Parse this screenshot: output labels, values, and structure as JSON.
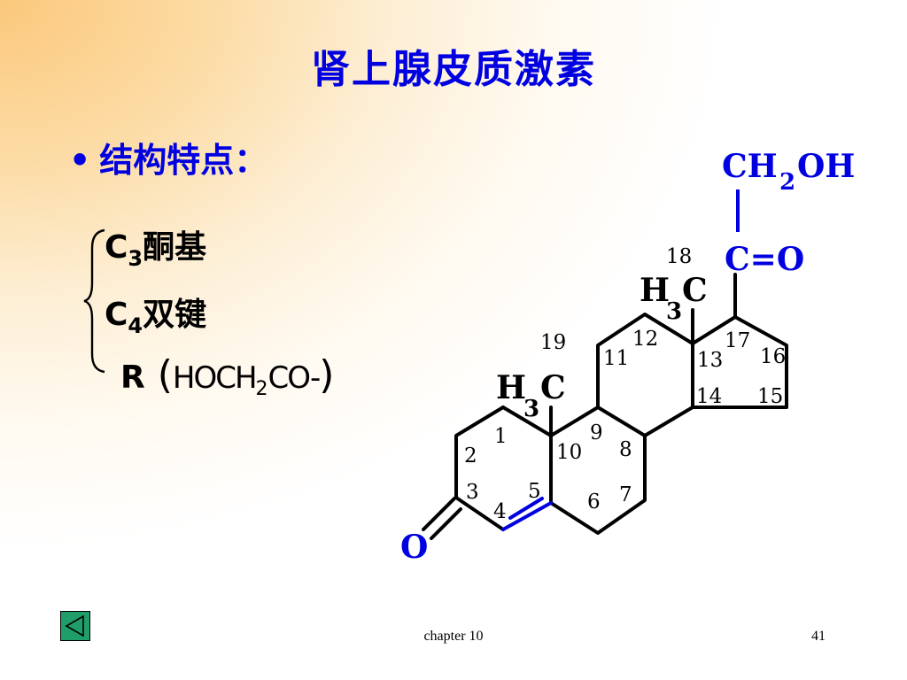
{
  "slide": {
    "title": "肾上腺皮质激素",
    "bullet_symbol": "•",
    "bullet_text": "结构特点：",
    "features": [
      {
        "prefix": "C",
        "sub": "3",
        "text": "酮基"
      },
      {
        "prefix": "C",
        "sub": "4",
        "text": "双键"
      }
    ],
    "r_group": {
      "label": "R",
      "open": "(",
      "text_a": "HOCH",
      "sub": "2",
      "text_b": "CO-",
      "close": ")"
    }
  },
  "molecule": {
    "side_chain": {
      "a": "CH",
      "a_sub": "2",
      "b": "OH",
      "carbonyl": "C=O"
    },
    "oxygen": "O",
    "methyl_top": {
      "h": "H",
      "sub": "3",
      "c": "C"
    },
    "methyl_left": {
      "h": "H",
      "sub": "3",
      "c": "C"
    },
    "numbers": {
      "n1": "1",
      "n2": "2",
      "n3": "3",
      "n4": "4",
      "n5": "5",
      "n6": "6",
      "n7": "7",
      "n8": "8",
      "n9": "9",
      "n10": "10",
      "n11": "11",
      "n12": "12",
      "n13": "13",
      "n14": "14",
      "n15": "15",
      "n16": "16",
      "n17": "17",
      "n18": "18",
      "n19": "19"
    },
    "colors": {
      "bond": "#000000",
      "highlight": "#0000e0"
    }
  },
  "footer": {
    "chapter": "chapter 10",
    "page": "41"
  },
  "nav": {
    "icon": "triangle-left-icon"
  }
}
